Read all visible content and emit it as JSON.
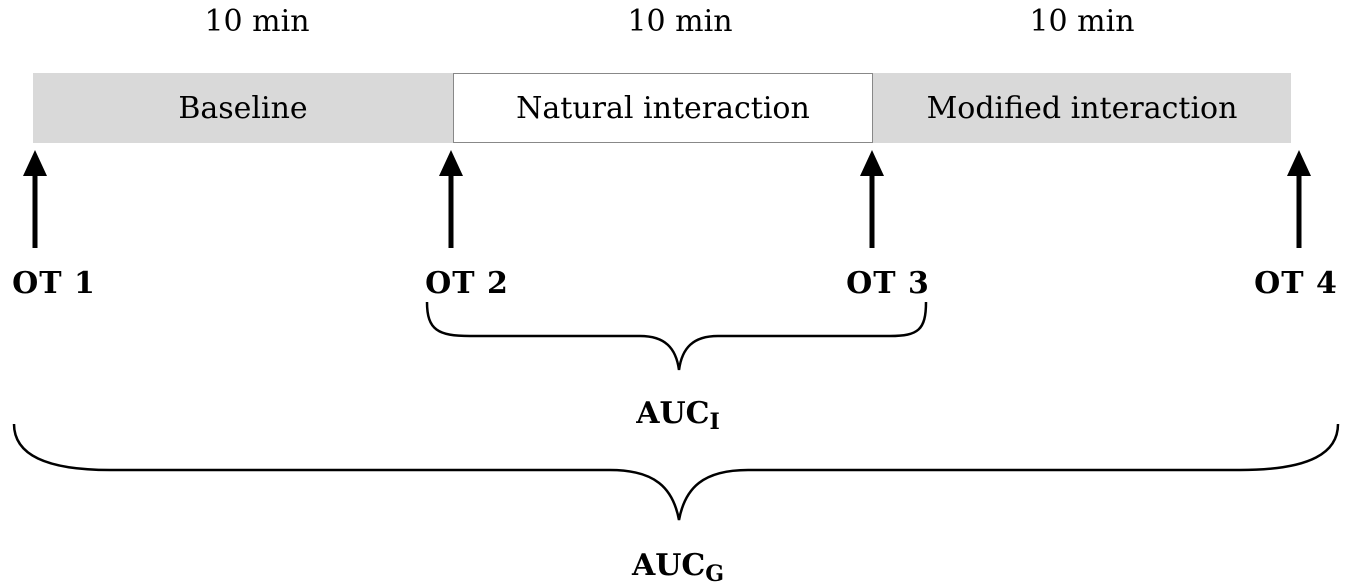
{
  "durations": [
    "10 min",
    "10 min",
    "10 min"
  ],
  "phases": {
    "baseline": "Baseline",
    "natural": "Natural interaction",
    "modified": "Modified interaction"
  },
  "time_points": [
    "OT 1",
    "OT 2",
    "OT 3",
    "OT 4"
  ],
  "auc_i": {
    "base": "AUC",
    "sub": "I"
  },
  "auc_g": {
    "base": "AUC",
    "sub": "G"
  },
  "colors": {
    "phase_fill": "#d9d9d9",
    "natural_border": "#888888",
    "ink": "#000000"
  }
}
